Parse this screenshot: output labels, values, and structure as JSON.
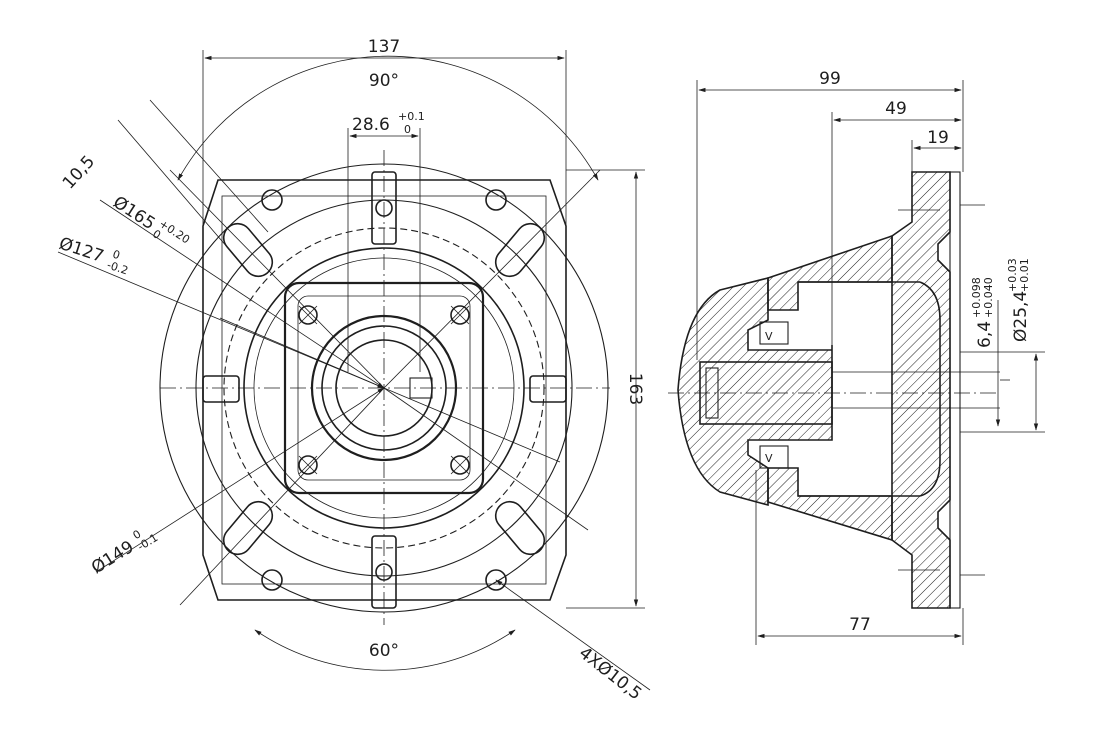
{
  "dimensions": {
    "overall_width": "137",
    "angle_top": "90°",
    "slot_width": "28.6",
    "slot_width_tol_upper": "+0.1",
    "slot_width_tol_lower": "0",
    "slot_hole": "10,5",
    "dia_165": "Ø165",
    "dia_165_tol_upper": "+0.20",
    "dia_165_tol_lower": "0",
    "dia_127": "Ø127",
    "dia_127_tol_upper": "0",
    "dia_127_tol_lower": "-0.2",
    "dia_149": "Ø149",
    "dia_149_tol_upper": "0",
    "dia_149_tol_lower": "-0.1",
    "height": "163",
    "angle_bottom": "60°",
    "holes": "4XØ10,5",
    "side_length": "99",
    "side_depth": "49",
    "flange_thickness": "19",
    "shaft_offset": "77",
    "keyway": "6,4",
    "keyway_tol_upper": "+0.098",
    "keyway_tol_lower": "+0.040",
    "bore": "Ø25,4",
    "bore_tol_upper": "+0.03",
    "bore_tol_lower": "+0.01"
  }
}
